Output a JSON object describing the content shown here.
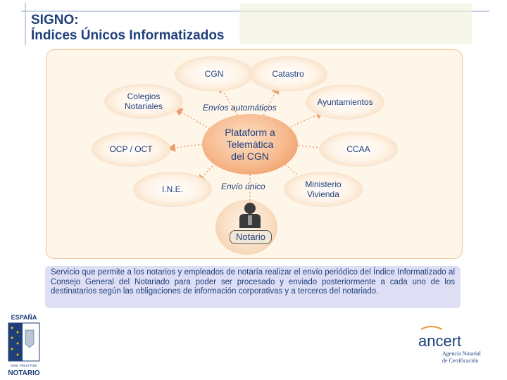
{
  "header": {
    "title_line1": "SIGNO:",
    "title_line2": "Índices Únicos Informatizados"
  },
  "diagram": {
    "center": {
      "line1": "Plataform a",
      "line2": "Telemática",
      "line3": "del CGN"
    },
    "nodes": {
      "cgn": "CGN",
      "catastro": "Catastro",
      "colegios_line1": "Colegios",
      "colegios_line2": "Notariales",
      "ayuntamientos": "Ayuntamientos",
      "ocp": "OCP / OCT",
      "ccaa": "CCAA",
      "ine": "I.N.E.",
      "ministerio_line1": "Ministerio",
      "ministerio_line2": "Vivienda"
    },
    "edge_labels": {
      "automaticos": "Envíos automáticos",
      "unico": "Envío único"
    },
    "notario": "Notario"
  },
  "description": "Servicio que permite a los notarios y empleados de notaría realizar el envío periódico del Índice Informatizado al Consejo General del Notariado para poder ser procesado y enviado posteriormente a cada uno de los destinatarios según las obligaciones de información corporativas y a terceros del notariado.",
  "logos": {
    "espana_top": "ESPAÑA",
    "espana_motto": "NIHIL PRIUS FIDE",
    "espana_bottom": "NOTARIO",
    "ancert_name": "ancert",
    "ancert_line1": "Agencia Notarial",
    "ancert_line2": "de Certificación"
  },
  "colors": {
    "title": "#1f3f7a",
    "arrow": "#e8a070",
    "frame_bg": "#fff6ea",
    "desc_bg": "#dedff5"
  }
}
